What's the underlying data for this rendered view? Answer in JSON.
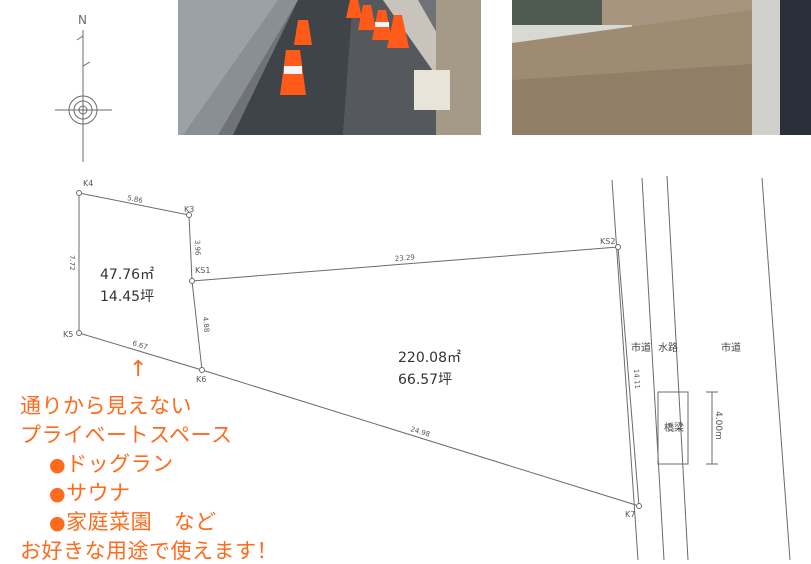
{
  "compass": {
    "north_label": "N"
  },
  "photos": {
    "left": "road-with-traffic-cones",
    "right": "gravel-lot"
  },
  "survey": {
    "points": [
      "K4",
      "K3",
      "KS1",
      "KS2",
      "K5",
      "K6",
      "K7"
    ],
    "dimensions": [
      "5.86",
      "3.96",
      "7.72",
      "4.88",
      "6.67",
      "23.29",
      "24.98",
      "14.11",
      "4.00m"
    ],
    "small_lot": {
      "area_m2": "47.76㎡",
      "area_tsubo": "14.45坪"
    },
    "large_lot": {
      "area_m2": "220.08㎡",
      "area_tsubo": "66.57坪"
    },
    "labels": {
      "city_road_left": "市道",
      "waterway": "水路",
      "city_road_right": "市道",
      "bridge": "橋梁"
    }
  },
  "callout": {
    "arrow": "↑",
    "lines": [
      "通りから見えない",
      "プライベートスペース"
    ],
    "bullets": [
      "ドッグラン",
      "サウナ",
      "家庭菜園　など"
    ],
    "bullet_glyph": "●",
    "footer": "お好きな用途で使えます！"
  },
  "colors": {
    "accent": "#ff6a1c",
    "line": "#6b6b6b",
    "text": "#333333"
  }
}
